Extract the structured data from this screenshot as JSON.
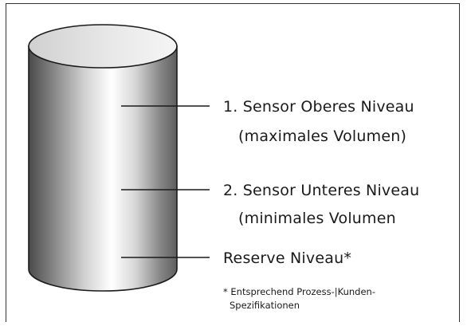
{
  "labels": {
    "upper_sensor_line1": "1. Sensor Oberes Niveau",
    "upper_sensor_line2": "(maximales Volumen)",
    "lower_sensor_line1": "2. Sensor Unteres Niveau",
    "lower_sensor_line2": "(minimales Volumen",
    "reserve": "Reserve Niveau*"
  },
  "footnote": {
    "line1": "* Entsprechend Prozess-|Kunden-",
    "line2": "Spezifikationen"
  },
  "colors": {
    "frame": "#333333",
    "line": "#1a1a1a",
    "tank_dark": "#5a5a5a",
    "tank_light": "#ffffff"
  }
}
